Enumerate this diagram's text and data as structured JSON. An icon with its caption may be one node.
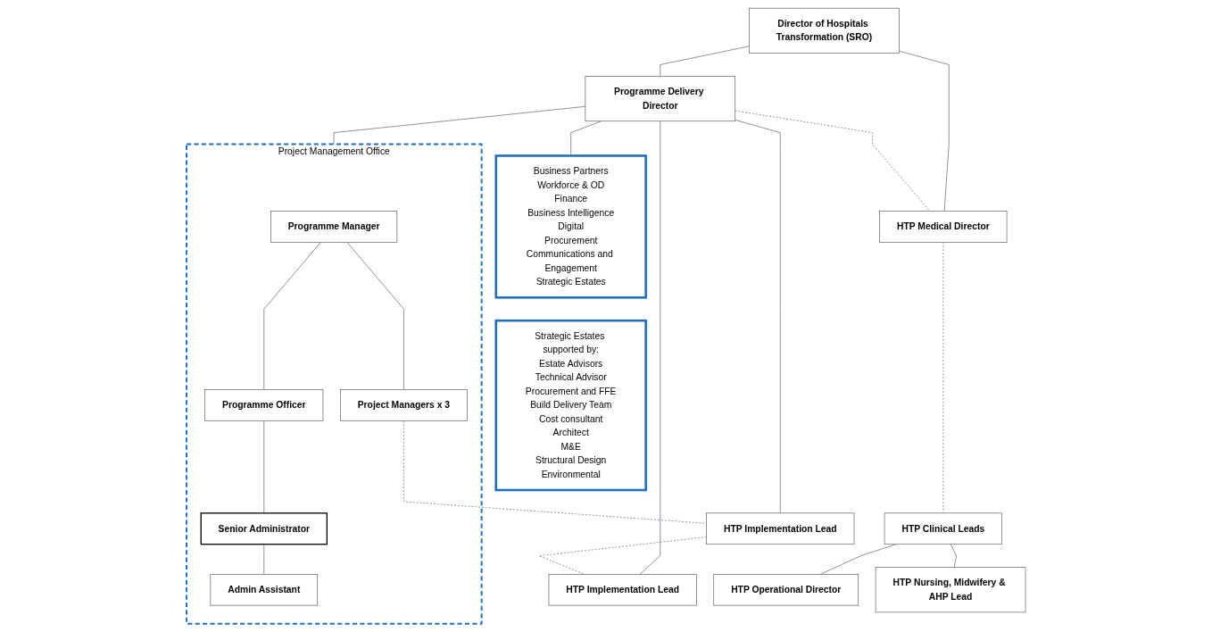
{
  "diagram": {
    "nodes": [
      {
        "text": [
          "Director of Hospitals Transformation (SRO)"
        ]
      },
      {
        "text": [
          "Programme Delivery Director"
        ]
      },
      {
        "text": [
          "HTP Medical Director"
        ]
      },
      {
        "text": [
          "HTP Clinical Leads"
        ]
      },
      {
        "text": [
          "HTP Operational Director"
        ]
      },
      {
        "text": [
          "HTP Nursing, Midwifery & AHP Lead"
        ]
      },
      {
        "text": [
          "Business Partners",
          "Workforce & OD",
          "Finance",
          "Business Intelligence",
          "Digital",
          "Procurement",
          "Communications and Engagement",
          "Strategic Estates"
        ]
      },
      {
        "text": [
          "Strategic Estates supported by:",
          "Estate Advisors",
          "Technical Advisor",
          "Procurement and FFE",
          "Build Delivery Team",
          "Cost consultant",
          "Architect",
          "M&E",
          "Structural Design",
          "Environmental"
        ]
      },
      {
        "text": [
          "Project Management Office"
        ]
      },
      {
        "text": [
          "Programme Manager"
        ],
        "in": 8
      },
      {
        "text": [
          "Programme Officer"
        ],
        "in": 8
      },
      {
        "text": [
          "Senior Administrator"
        ],
        "in": 8
      },
      {
        "text": [
          "Admin Assistant"
        ],
        "in": 8
      },
      {
        "text": [
          "Project Managers x 3"
        ],
        "in": 8
      },
      {
        "text": [
          "HTP Implementation Lead"
        ]
      },
      {
        "text": [
          "HTP Implementation Lead"
        ]
      }
    ],
    "edges": [
      {
        "from": 0,
        "to": 1,
        "arrow": "none"
      },
      {
        "from": 0,
        "to": 2,
        "arrow": "none"
      },
      {
        "from": 1,
        "to": 2,
        "arrow": "none",
        "style": "dashed"
      },
      {
        "from": 2,
        "to": 3,
        "arrow": "none",
        "style": "dashed"
      },
      {
        "from": 3,
        "to": 4,
        "arrow": "none"
      },
      {
        "from": 3,
        "to": 5,
        "arrow": "none"
      },
      {
        "from": 1,
        "to": 6,
        "arrow": "none"
      },
      {
        "from": 1,
        "to": 8,
        "arrow": "none"
      },
      {
        "from": 1,
        "to": 14,
        "arrow": "none"
      },
      {
        "from": 1,
        "to": 15,
        "arrow": "none"
      },
      {
        "from": 9,
        "to": 10,
        "arrow": "none"
      },
      {
        "from": 9,
        "to": 13,
        "arrow": "none"
      },
      {
        "from": 10,
        "to": 11,
        "arrow": "none"
      },
      {
        "from": 11,
        "to": 12,
        "arrow": "none"
      },
      {
        "from": 13,
        "to": 14,
        "arrow": "none",
        "style": "dashed"
      },
      {
        "from": 14,
        "to": 15,
        "arrow": "none",
        "style": "dashed"
      }
    ]
  }
}
